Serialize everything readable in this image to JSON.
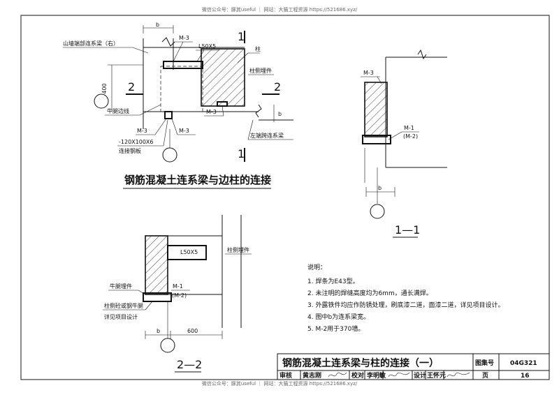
{
  "watermark_top": "微信公众号：豚其useful ｜ 网站：大猫工程资源 https://521686.xyz/",
  "watermark_bottom": "微信公众号：豚其useful ｜ 网站：大猫工程资源 https://521686.xyz/",
  "detail_plan": {
    "caption": "钢筋混凝土连系梁与边柱的连接",
    "labels": {
      "b_top": "b",
      "m3_top": "M-3",
      "angle": "L50X5",
      "gable_beam": "山墙端部连系梁（右）",
      "column": "柱",
      "embed": "柱侧埋件",
      "dim_400": "400",
      "sec2_left": "2",
      "sec2_right": "2",
      "bracket_line": "牛腿边线",
      "m3_mid": "M-3",
      "b_right": "b",
      "m3_left": "M-3",
      "m3_bottom": "M-3",
      "plate_size": "-120X100X6",
      "plate_name": "连接钢板",
      "end_beam": "左端跨连系梁",
      "cut_top": "1",
      "cut_bottom": "1"
    }
  },
  "section_1": {
    "caption": "1—1",
    "labels": {
      "m3": "M-3",
      "m1": "M-1",
      "m2": "(M-2)",
      "b": "b"
    }
  },
  "section_2": {
    "caption": "2—2",
    "labels": {
      "angle": "L50X5",
      "embed": "柱侧埋件",
      "bracket_embed": "牛腿埋件",
      "m1": "M-1",
      "m2": "(M-2)",
      "note1": "柱侧砼或钢牛腿",
      "note2": "详见项目设计",
      "b": "b",
      "dim_600": "600"
    }
  },
  "notes": {
    "heading": "说明：",
    "items": [
      "1. 焊条为E43型。",
      "2. 未注明的焊缝高度均为6mm，通长满焊。",
      "3. 外露铁件均应作防锈处理，刷底漆二道，面漆二道，详见项目设计。",
      "4. 图中b为连系梁宽。",
      "5. M-2用于370墙。"
    ]
  },
  "title_block": {
    "title": "钢筋混凝土连系梁与柱的连接（一）",
    "atlas_label": "图集号",
    "atlas_no": "04G321",
    "review_label": "审核",
    "review_name": "黄志刚",
    "check_label": "校对",
    "check_name": "李明敏",
    "design_label": "设计",
    "design_name": "王怀元",
    "page_label": "页",
    "page_no": "16"
  }
}
